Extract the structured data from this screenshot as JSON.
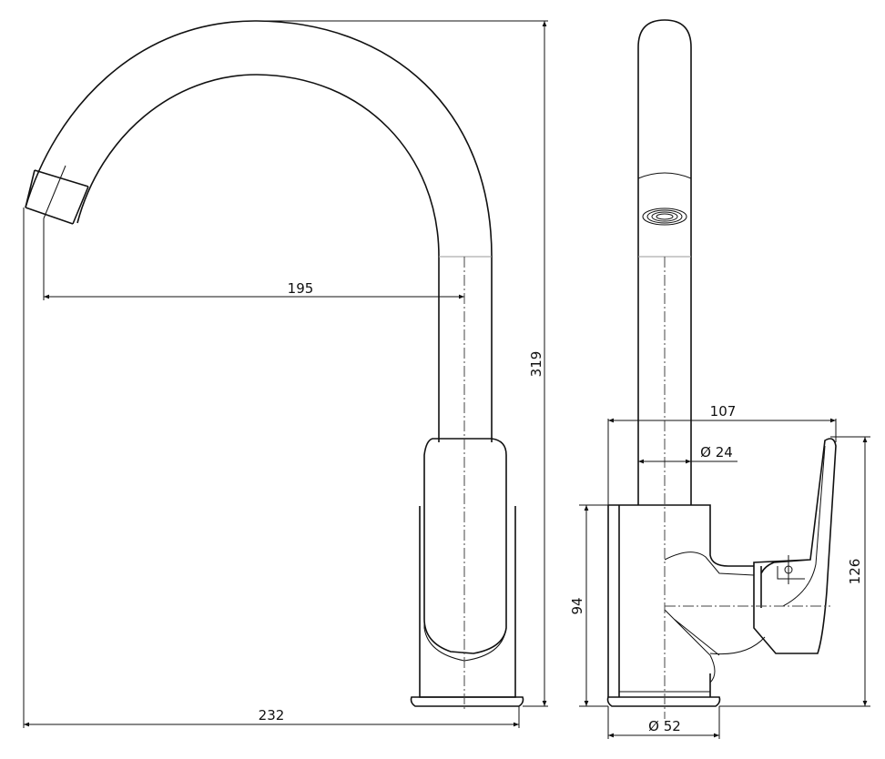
{
  "drawing": {
    "side_view": {
      "dim_reach": "195",
      "dim_height": "319",
      "dim_width": "232"
    },
    "front_view": {
      "dim_depth": "107",
      "dim_spout_dia": "Ø 24",
      "dim_body_height": "94",
      "dim_lever_height": "126",
      "dim_base_dia": "Ø 52"
    }
  }
}
